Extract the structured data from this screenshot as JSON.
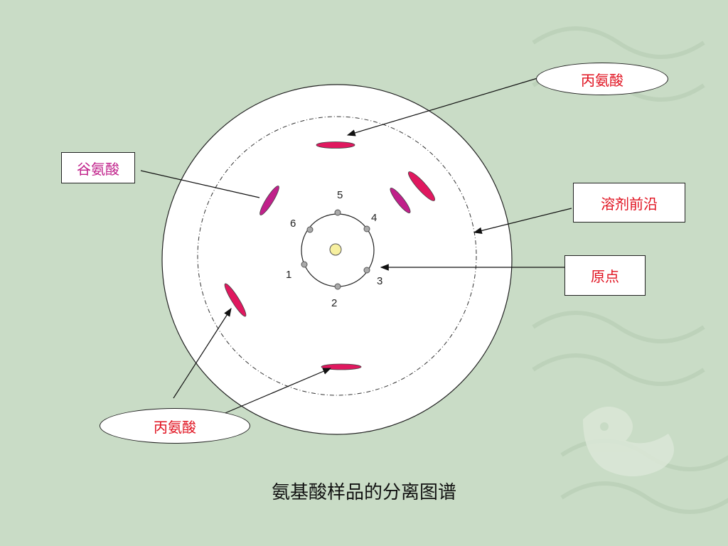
{
  "labels": {
    "alanine_top": "丙氨酸",
    "glutamic": "谷氨酸",
    "solvent_front": "溶剂前沿",
    "origin": "原点",
    "alanine_bottom": "丙氨酸"
  },
  "origin_numbers": [
    "1",
    "2",
    "3",
    "4",
    "5",
    "6"
  ],
  "caption": "氨基酸样品的分离图谱",
  "colors": {
    "background": "#c9dcc6",
    "alanine_spot": "#e0185f",
    "glutamic_spot": "#c0208a",
    "label_text_red": "#e0101e",
    "origin_center": "#f7f0a0"
  }
}
